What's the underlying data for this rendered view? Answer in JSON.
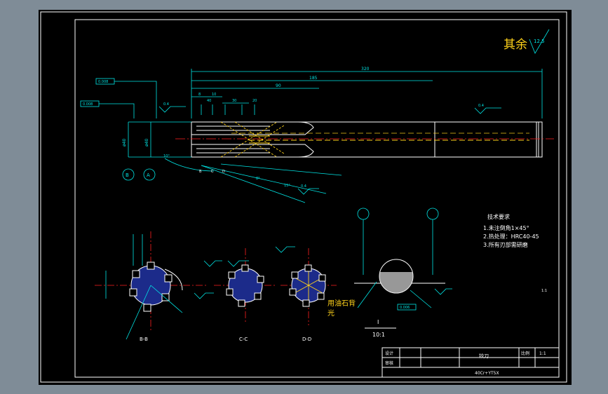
{
  "roughness": {
    "label": "其余",
    "value": "12.5"
  },
  "dims": {
    "overall": "320",
    "shank": "185",
    "cut": "90",
    "d1": "30",
    "d2": "20",
    "a1": "8",
    "a2": "10",
    "a3": "40",
    "tol1": "0.4",
    "tol2": "0.4",
    "tol3": "0.4",
    "box1": "0.008",
    "box2": "0.008",
    "dia_left": "ø40",
    "dia_tip": "ø40",
    "ang1": "10°",
    "ang2": "8°",
    "ang3": "15°",
    "datum_b": "B",
    "datum_a": "A",
    "box_c": "0.006"
  },
  "sections": {
    "bb": "B-B",
    "cc": "C-C",
    "dd": "D-D"
  },
  "notes": {
    "title": "技术要求",
    "items": [
      "1.未注倒角1×45°",
      "2.热处理：HRC40-45",
      "3.所有刃部需研磨"
    ]
  },
  "grind": {
    "line1": "用油石背",
    "line2": "光"
  },
  "scale_label": "10:1",
  "detail_i": "I",
  "detail_ratio": "1:1",
  "title_block": {
    "design": "设计",
    "check": "审核",
    "name": "铰刀",
    "scale_lbl": "比例",
    "scale": "1:1",
    "material": "40Cr+YT5X"
  }
}
